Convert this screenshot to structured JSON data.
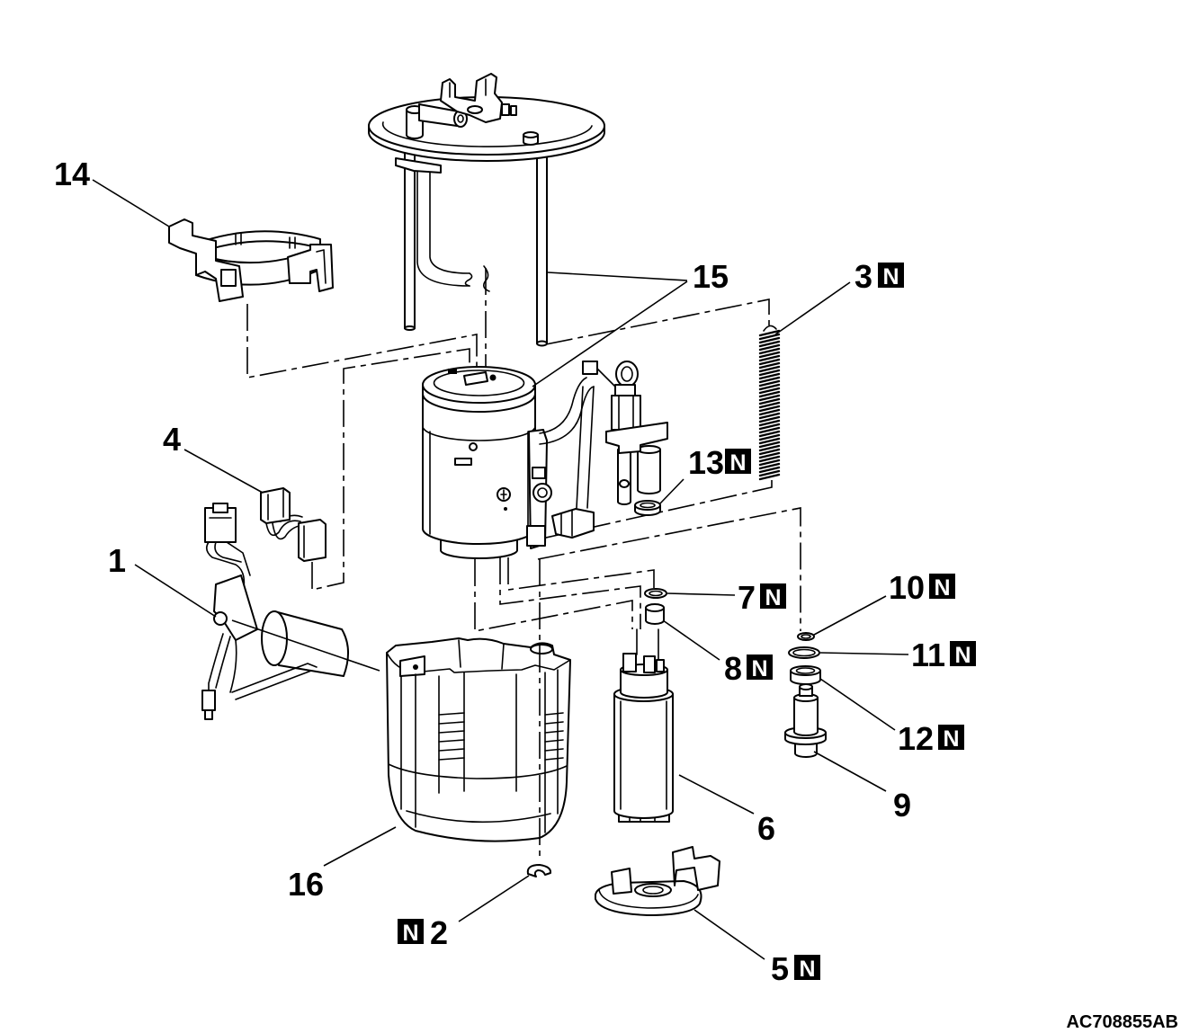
{
  "callouts": [
    {
      "number": "14",
      "new_part": false
    },
    {
      "number": "15",
      "new_part": false
    },
    {
      "number": "3",
      "new_part": true
    },
    {
      "number": "4",
      "new_part": false
    },
    {
      "number": "13",
      "new_part": true
    },
    {
      "number": "1",
      "new_part": false
    },
    {
      "number": "7",
      "new_part": true
    },
    {
      "number": "10",
      "new_part": true
    },
    {
      "number": "11",
      "new_part": true
    },
    {
      "number": "8",
      "new_part": true
    },
    {
      "number": "12",
      "new_part": true
    },
    {
      "number": "9",
      "new_part": false
    },
    {
      "number": "6",
      "new_part": false
    },
    {
      "number": "16",
      "new_part": false
    },
    {
      "number": "2",
      "new_part": true
    },
    {
      "number": "5",
      "new_part": true
    }
  ],
  "badge_text": "N",
  "figure_code": "AC708855AB"
}
